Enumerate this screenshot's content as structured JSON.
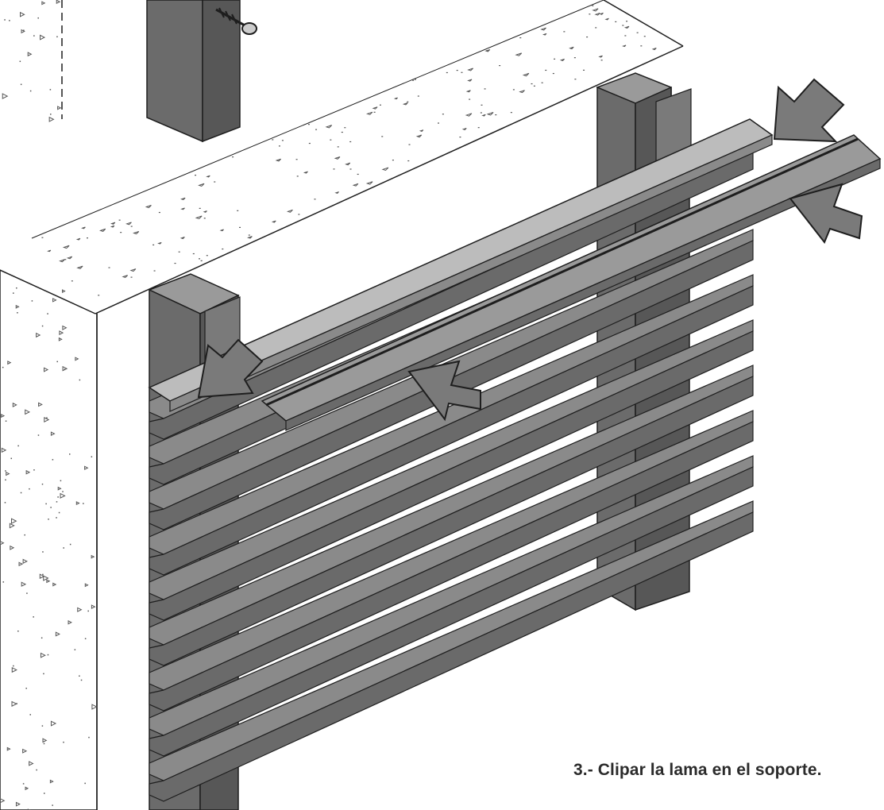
{
  "caption": "3.- Clipar la lama en el soporte.",
  "colors": {
    "background": "#ffffff",
    "post_front": "#6b6b6b",
    "post_side": "#575757",
    "post_top": "#9a9a9a",
    "louver_top": "#8a8a8a",
    "louver_face": "#6a6a6a",
    "louver_light": "#bcbcbc",
    "arrow": "#7a7a7a",
    "outline": "#1e1e1e",
    "concrete_speck": "#555555"
  },
  "elements": {
    "louver_count": 9,
    "arrow_count": 4,
    "post_count": 3
  }
}
